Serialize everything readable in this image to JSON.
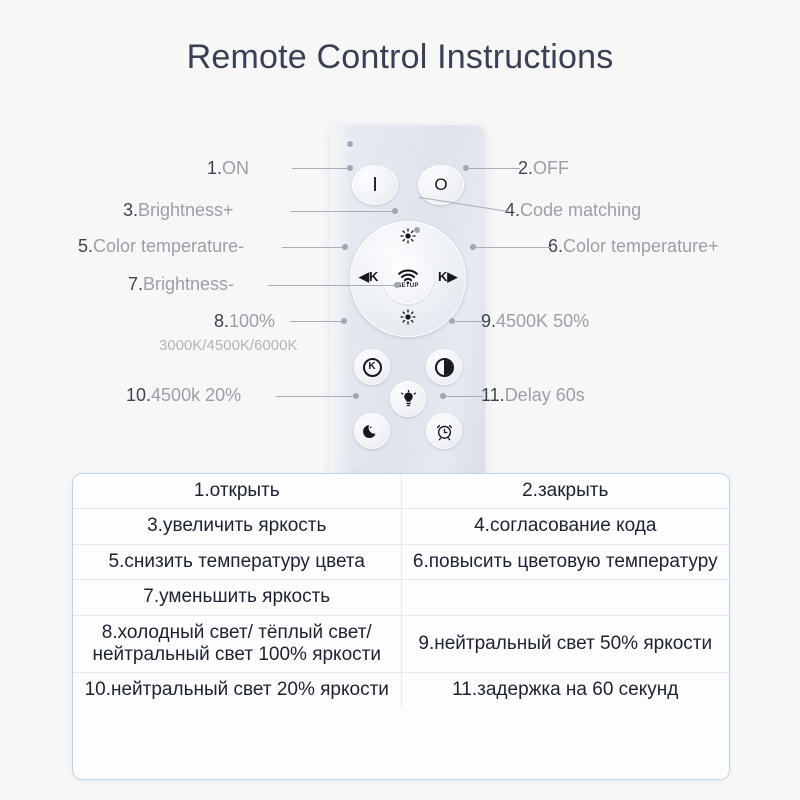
{
  "page": {
    "title": "Remote Control Instructions",
    "background_color": "#f7f7f8",
    "title_color": "#3a4054"
  },
  "remote": {
    "name": "led-ceiling-light-remote",
    "ir_led": "ir-emitter-dot",
    "buttons": {
      "on": {
        "glyph": "I",
        "label": "ON"
      },
      "off": {
        "glyph": "O",
        "label": "OFF"
      },
      "dial_up": {
        "glyph": "☀",
        "label": "Brightness+"
      },
      "dial_down": {
        "glyph": "☀",
        "label": "Brightness-"
      },
      "dial_left": {
        "glyph": "◀K",
        "label": "Color temperature-"
      },
      "dial_right": {
        "glyph": "K▶",
        "label": "Color temperature+"
      },
      "dial_center": {
        "glyph": "setup-wifi",
        "text": "SETUP",
        "label": "Code matching"
      },
      "kelvin": {
        "glyph": "K",
        "label": "100% 3000K/4500K/6000K"
      },
      "half": {
        "glyph": "half-circle",
        "label": "4500K 50%"
      },
      "bulb": {
        "glyph": "bulb",
        "label": "bulb"
      },
      "moon": {
        "glyph": "☽",
        "label": "4500k 20%"
      },
      "clock": {
        "glyph": "alarm-clock",
        "label": "Delay 60s"
      }
    }
  },
  "callouts": [
    {
      "id": "1",
      "num": "1.",
      "text": "ON"
    },
    {
      "id": "2",
      "num": "2.",
      "text": "OFF"
    },
    {
      "id": "3",
      "num": "3.",
      "text": "Brightness+"
    },
    {
      "id": "4",
      "num": "4.",
      "text": "Code matching"
    },
    {
      "id": "5",
      "num": "5.",
      "text": "Color temperature-"
    },
    {
      "id": "6",
      "num": "6.",
      "text": "Color temperature+"
    },
    {
      "id": "7",
      "num": "7.",
      "text": "Brightness-"
    },
    {
      "id": "8",
      "num": "8.",
      "text": "100%"
    },
    {
      "id": "8b",
      "num": "",
      "text": "3000K/4500K/6000K"
    },
    {
      "id": "9",
      "num": "9.",
      "text": "4500K 50%"
    },
    {
      "id": "10",
      "num": "10.",
      "text": "4500k 20%"
    },
    {
      "id": "11",
      "num": "11.",
      "text": "Delay 60s"
    }
  ],
  "translation_table": {
    "border_color": "#bcd6ea",
    "rows": [
      {
        "left": "1.открыть",
        "right": "2.закрыть"
      },
      {
        "left": "3.увеличить яркость",
        "right": "4.согласование кода"
      },
      {
        "left": "5.снизить температуру цвета",
        "right": "6.повысить цветовую температуру"
      },
      {
        "left": "7.уменьшить яркость",
        "right": ""
      },
      {
        "left": "8.холодный свет/ тёплый свет/ нейтральный свет 100% яркости",
        "right": "9.нейтральный свет 50% яркости"
      },
      {
        "left": "10.нейтральный свет 20% яркости",
        "right": "11.задержка на 60 секунд"
      }
    ]
  }
}
